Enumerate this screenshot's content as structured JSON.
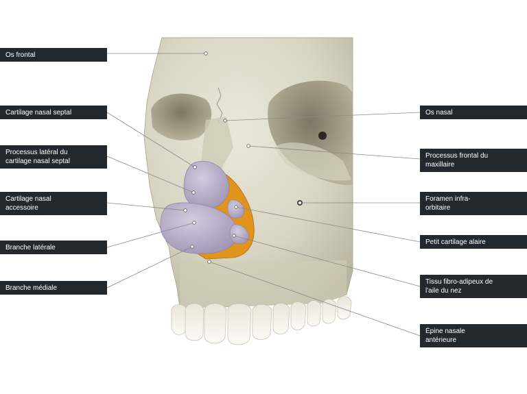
{
  "labels": {
    "os_frontal": "Os frontal",
    "cartilage_nasal_septal": "Cartilage nasal septal",
    "processus_lateral": "Processus latéral du\ncartilage nasal septal",
    "cartilage_nasal_accessoire": "Cartilage nasal\naccessoire",
    "branche_laterale": "Branche latérale",
    "branche_mediale": "Branche médiale",
    "os_nasal": "Os nasal",
    "processus_frontal": "Processus frontal du\nmaxillaire",
    "foramen_infraorbitaire": "Foramen infra-\norbitaire",
    "petit_cartilage_alaire": "Petit cartilage alaire",
    "tissu_fibro_adipeux": "Tissu fibro-adipeux de\nl'aile du nez",
    "epine_nasale": "Épine nasale\nantérieure"
  },
  "colors": {
    "label_bg": "#23272e",
    "bone": "#dcd8c6",
    "cartilage": "#b9aec9",
    "fat_tissue": "#e0941e",
    "leader_line": "#8a8a8a"
  }
}
